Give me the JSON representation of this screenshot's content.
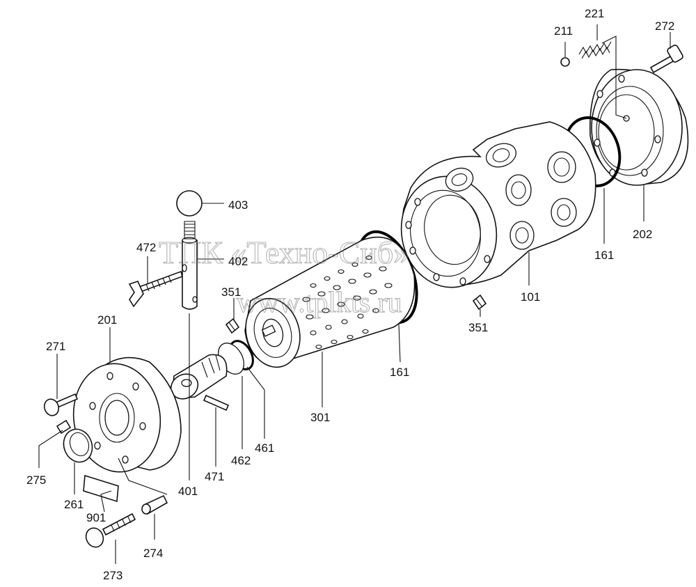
{
  "watermark": {
    "line1": "ТПК «Техно-Сиб»",
    "line2": "www.tplkts.ru"
  },
  "labels": {
    "p211": "211",
    "p221": "221",
    "p272": "272",
    "p202": "202",
    "p161a": "161",
    "p101": "101",
    "p351a": "351",
    "p403": "403",
    "p472": "472",
    "p402": "402",
    "p351b": "351",
    "p201": "201",
    "p271": "271",
    "p161b": "161",
    "p301": "301",
    "p461": "461",
    "p462": "462",
    "p471": "471",
    "p401": "401",
    "p275": "275",
    "p261": "261",
    "p901": "901",
    "p273": "273",
    "p274": "274"
  }
}
